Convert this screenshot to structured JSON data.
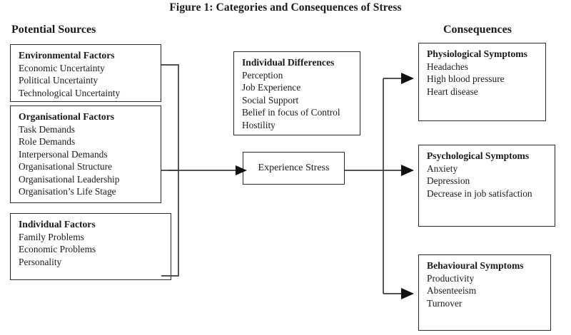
{
  "figure": {
    "title": "Figure 1:  Categories and Consequences of Stress"
  },
  "headings": {
    "left": "Potential Sources",
    "right": "Consequences"
  },
  "boxes": {
    "environmental": {
      "title": "Environmental Factors",
      "items": [
        "Economic Uncertainty",
        "Political Uncertainty",
        "Technological Uncertainty"
      ]
    },
    "organisational": {
      "title": "Organisational Factors",
      "items": [
        "Task Demands",
        "Role Demands",
        "Interpersonal Demands",
        "Organisational Structure",
        "Organisational Leadership",
        "Organisation’s Life Stage"
      ]
    },
    "individual_factors": {
      "title": "Individual Factors",
      "items": [
        "Family Problems",
        "Economic Problems",
        "Personality"
      ]
    },
    "individual_differences": {
      "title": "Individual Differences",
      "items": [
        "Perception",
        "Job Experience",
        "Social Support",
        "Belief in focus of Control",
        "Hostility"
      ]
    },
    "experience_stress": {
      "label": "Experience Stress"
    },
    "physiological": {
      "title": "Physiological Symptoms",
      "items": [
        "Headaches",
        "High blood pressure",
        "Heart disease"
      ]
    },
    "psychological": {
      "title": "Psychological Symptoms",
      "items": [
        "Anxiety",
        "Depression",
        "Decrease in job satisfaction"
      ]
    },
    "behavioural": {
      "title": "Behavioural Symptoms",
      "items": [
        "Productivity",
        "Absenteeism",
        "Turnover"
      ]
    }
  },
  "colors": {
    "background": "#ffffff",
    "text": "#1a1a1a",
    "box_border": "#2b2b2b",
    "connector": "#3b3b3b",
    "arrowhead": "#111111"
  }
}
